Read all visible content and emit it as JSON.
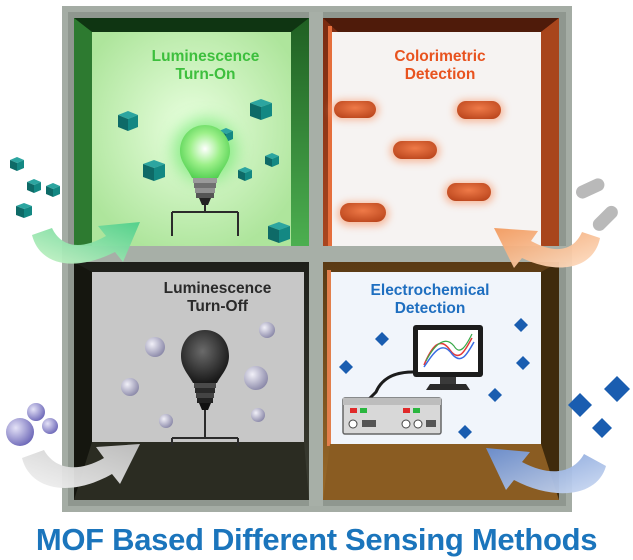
{
  "title": "MOF Based Different Sensing Methods",
  "panels": [
    {
      "line1": "Luminescence",
      "line2": "Turn-On",
      "color": "#3dbf3d"
    },
    {
      "line1": "Colorimetric",
      "line2": "Detection",
      "color": "#e8531f"
    },
    {
      "line1": "Luminescence",
      "line2": "Turn-Off",
      "color": "#2a2a2a"
    },
    {
      "line1": "Electrochemical",
      "line2": "Detection",
      "color": "#1f6fc0"
    }
  ],
  "colors": {
    "frame": "#a4aca4",
    "turn_on_bg": "#c9f0bc",
    "colorimetric_bg": "#f6f3f2",
    "turn_off_bg": "#c7c7c7",
    "electro_bg": "#f1f5fb",
    "cube": "#127a77",
    "pill": "#d9562a",
    "sphere": "#a6a3c6",
    "diamond": "#1a5db0",
    "title": "#1b75bc"
  },
  "icons": [
    "cube-icon",
    "pill-icon",
    "sphere-icon",
    "diamond-icon",
    "light-bulb-icon",
    "computer-monitor-icon",
    "potentiostat-icon",
    "curved-arrow-icon"
  ]
}
